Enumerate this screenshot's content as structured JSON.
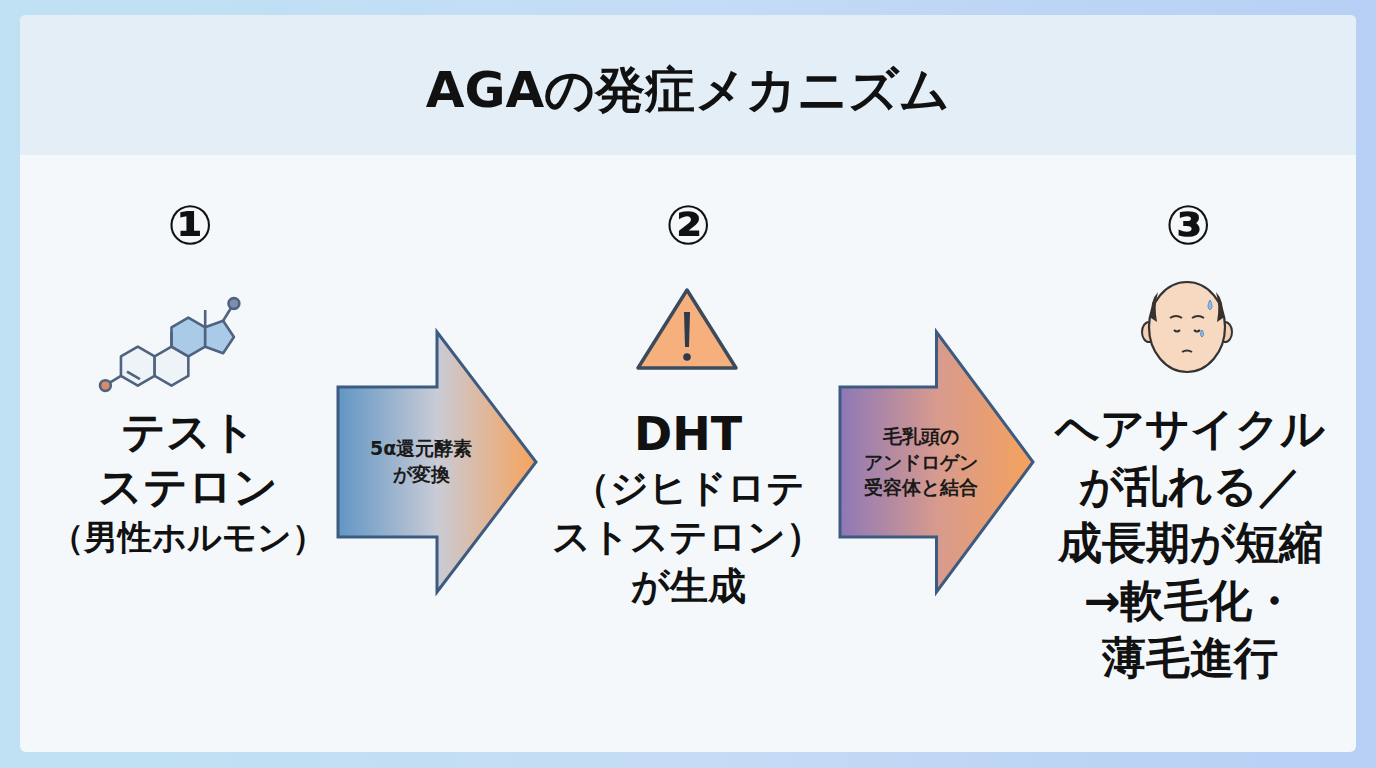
{
  "diagram": {
    "title": "AGAの発症メカニズム",
    "nodes": [
      {
        "text": [
          "テスト ステロン",
          "（男性ホルモン）"
        ]
      },
      {
        "text": [
          "DHT",
          "（ジヒドロテ ストステロン） が生成"
        ]
      },
      {
        "text": [
          "ヘアサイクル が乱れる／ 成長期が短縮 →軟毛化・ 薄毛進行"
        ]
      }
    ],
    "edges": [
      {
        "from": 0,
        "to": 1,
        "arrow": "to",
        "label": "5α還元酵素 が変換"
      },
      {
        "from": 1,
        "to": 2,
        "arrow": "to",
        "label": "毛乳頭の アンドロゲン 受容体と結合"
      }
    ],
    "labels": [
      "①",
      "②",
      "③"
    ]
  }
}
